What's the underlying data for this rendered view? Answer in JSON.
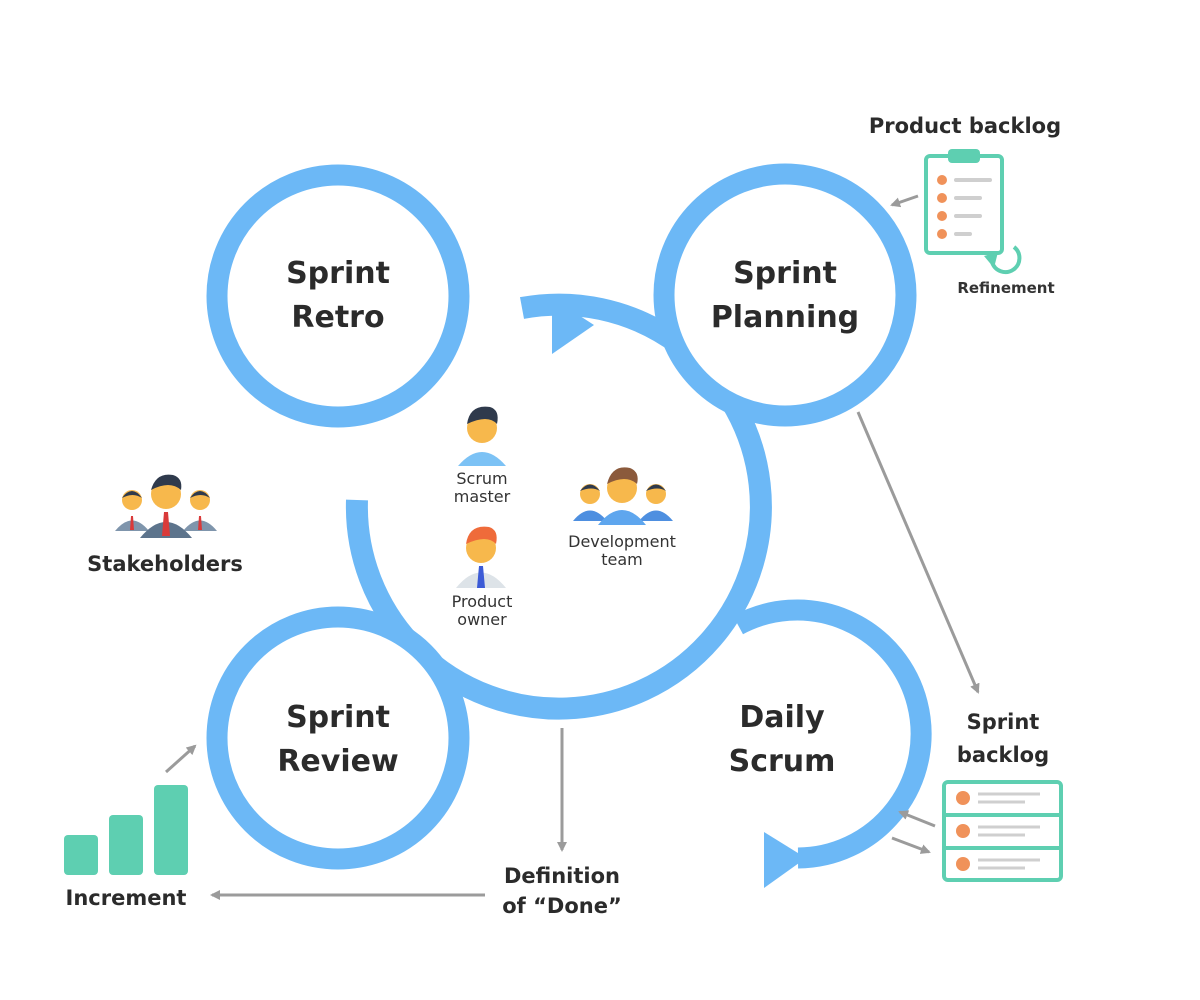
{
  "ceremonies": {
    "retro": "Sprint\nRetro",
    "planning": "Sprint\nPlanning",
    "review": "Sprint\nReview",
    "daily": "Daily\nScrum"
  },
  "roles": {
    "scrum_master": "Scrum\nmaster",
    "product_owner": "Product\nowner",
    "development_team": "Development\nteam"
  },
  "artifacts": {
    "product_backlog": "Product backlog",
    "refinement": "Refinement",
    "sprint_backlog": "Sprint\nbacklog",
    "definition_of_done": "Definition\nof “Done”",
    "increment": "Increment"
  },
  "stakeholders": "Stakeholders",
  "colors": {
    "ring": "#6cb8f6",
    "teal": "#5ecfb1",
    "orange": "#f0925a",
    "arrow": "#9b9b9b",
    "text": "#2b2b2b"
  }
}
